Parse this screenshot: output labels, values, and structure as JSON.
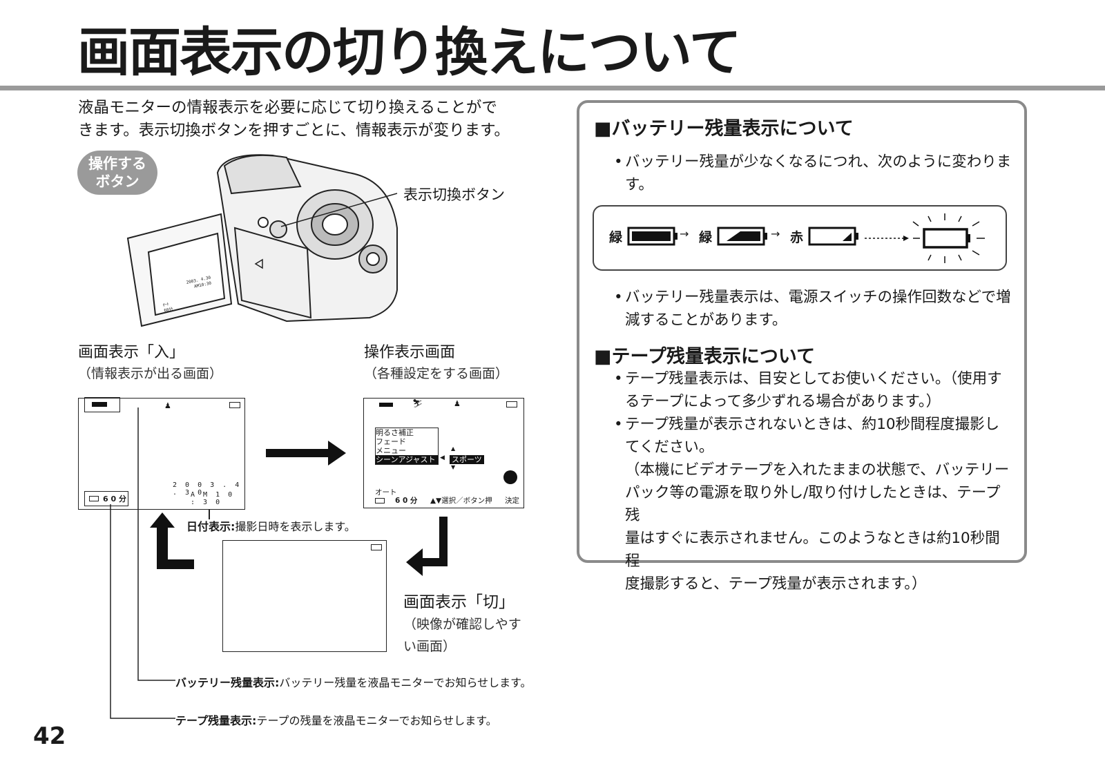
{
  "title": "画面表示の切り換えについて",
  "intro": [
    "液晶モニターの情報表示を必要に応じて切り換えることがで",
    "きます。表示切換ボタンを押すごとに、情報表示が変ります。"
  ],
  "badge": [
    "操作する",
    "ボタン"
  ],
  "camera_label": "表示切換ボタン",
  "camera_lcd": {
    "date": "2003. 4.30",
    "time": "AM10:30",
    "mode": "ｵｰﾄ",
    "tape": "60分"
  },
  "screen_on": {
    "heading": "画面表示「入」",
    "sub": "（情報表示が出る画面）",
    "date": "2 0 0 3 .  4 . 3 0",
    "time": "A M 1 0 : 3 0",
    "tape": "6 0 分"
  },
  "screen_menu": {
    "heading": "操作表示画面",
    "sub": "（各種設定をする画面）",
    "items": [
      "明るさ補正",
      "フェード",
      "メニュー",
      "シーンアジャスト"
    ],
    "value": "スポーツ",
    "auto": "オート",
    "tape": "6 0 分",
    "hint": "▲▼選択／ボタン押",
    "decide": "決定"
  },
  "screen_off": {
    "heading": "画面表示「切」",
    "sub": [
      "（映像が確認しやす",
      "い画面）"
    ]
  },
  "notes": {
    "date": {
      "label": "日付表示:",
      "text": "撮影日時を表示します。"
    },
    "battery": {
      "label": "バッテリー残量表示:",
      "text": "バッテリー残量を液晶モニターでお知らせします。"
    },
    "tape": {
      "label": "テープ残量表示:",
      "text": "テープの残量を液晶モニターでお知らせします。"
    }
  },
  "box": {
    "battery_heading": "■バッテリー残量表示について",
    "battery_bullet1": [
      "バッテリー残量が少なくなるにつれ、次のように変わりま",
      "す。"
    ],
    "battery_levels": [
      "緑",
      "緑",
      "赤"
    ],
    "battery_bullet2": [
      "バッテリー残量表示は、電源スイッチの操作回数などで増",
      "減することがあります。"
    ],
    "tape_heading": "■テープ残量表示について",
    "tape_bullet1": [
      "テープ残量表示は、目安としてお使いください。（使用す",
      "るテープによって多少ずれる場合があります。）"
    ],
    "tape_bullet2": [
      "テープ残量が表示されないときは、約10秒間程度撮影し",
      "てください。",
      "（本機にビデオテープを入れたままの状態で、バッテリー",
      "パック等の電源を取り外し/取り付けしたときは、テープ残",
      "量はすぐに表示されません。このようなときは約10秒間程",
      "度撮影すると、テープ残量が表示されます。）"
    ]
  },
  "page_number": "42"
}
